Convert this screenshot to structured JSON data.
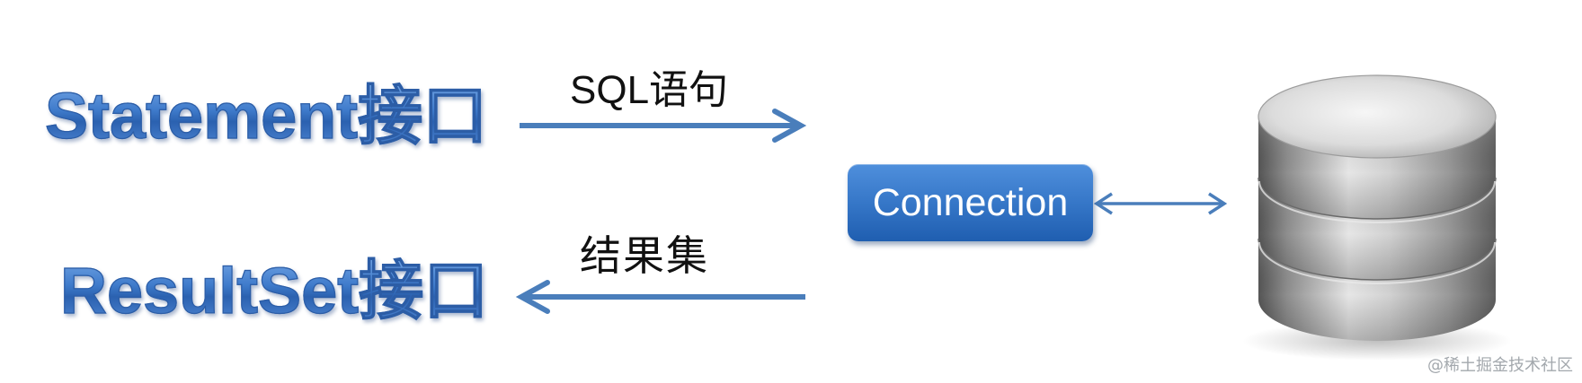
{
  "diagram": {
    "statement_label": "Statement接口",
    "sql_label": "SQL语句",
    "resultset_label": "ResultSet接口",
    "result_label": "结果集",
    "connection_label": "Connection",
    "database_icon": "database-icon"
  },
  "watermark": "@稀土掘金技术社区",
  "colors": {
    "accent": "#3b73c0",
    "arrow": "#4a7ebb",
    "connection_top": "#4f8fdc",
    "connection_bottom": "#1f5eb0"
  }
}
